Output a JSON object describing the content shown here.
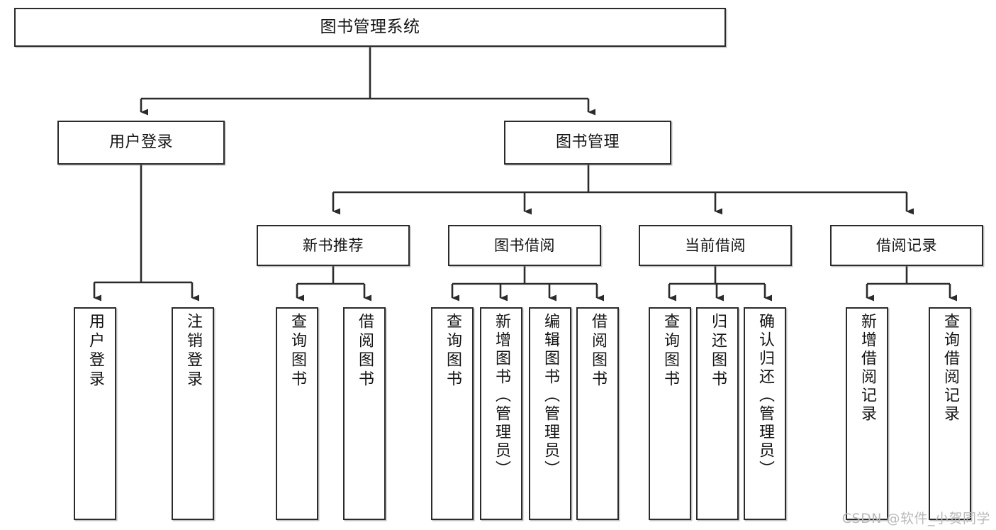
{
  "diagram": {
    "title": "图书管理系统",
    "type": "tree-hierarchy-chart",
    "watermark": "CSDN @软件_小贺同学",
    "colors": {
      "box_border": "#2b2b2b",
      "box_fill": "#ffffff",
      "connector": "#2b2b2b",
      "text": "#141414",
      "watermark": "#b9b9b9"
    },
    "root": {
      "label": "图书管理系统"
    },
    "level2": [
      {
        "label": "用户登录"
      },
      {
        "label": "图书管理"
      }
    ],
    "level3": [
      {
        "label": "新书推荐"
      },
      {
        "label": "图书借阅"
      },
      {
        "label": "当前借阅"
      },
      {
        "label": "借阅记录"
      }
    ],
    "leaves": {
      "user_login": [
        {
          "label": "用户登录"
        },
        {
          "label": "注销登录"
        }
      ],
      "new_book_recommend": [
        {
          "label": "查询图书"
        },
        {
          "label": "借阅图书"
        }
      ],
      "book_borrow": [
        {
          "label": "查询图书"
        },
        {
          "label": "新增图书（管理员）"
        },
        {
          "label": "编辑图书（管理员）"
        },
        {
          "label": "借阅图书"
        }
      ],
      "current_borrow": [
        {
          "label": "查询图书"
        },
        {
          "label": "归还图书"
        },
        {
          "label": "确认归还（管理员）"
        }
      ],
      "borrow_record": [
        {
          "label": "新增借阅记录"
        },
        {
          "label": "查询借阅记录"
        }
      ]
    }
  }
}
